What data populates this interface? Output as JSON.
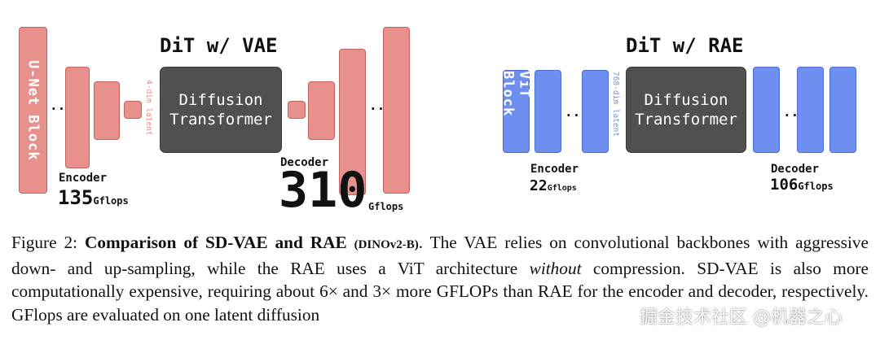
{
  "vae": {
    "title": "DiT w/ VAE",
    "block_label": "U-Net Block",
    "dots": "...",
    "latent": "4-dim latent",
    "transformer_line1": "Diffusion",
    "transformer_line2": "Transformer",
    "encoder_label": "Encoder",
    "encoder_value": "135",
    "decoder_label": "Decoder",
    "decoder_value": "310",
    "unit": "Gflops"
  },
  "rae": {
    "title": "DiT w/ RAE",
    "block_label": "ViT Block",
    "dots": "...",
    "latent": "768-dim latent",
    "transformer_line1": "Diffusion",
    "transformer_line2": "Transformer",
    "encoder_label": "Encoder",
    "encoder_value": "22",
    "decoder_label": "Decoder",
    "decoder_value": "106",
    "unit": "Gflops"
  },
  "caption": {
    "prefix": "Figure 2: ",
    "bold": "Comparison of SD-VAE and RAE",
    "small_bold": "(DINOv2-B)",
    "text1": ". The VAE relies on convolutional backbones with aggressive down- and up-sampling, while the RAE uses a ViT architecture ",
    "italic": "without",
    "text2": " compression. SD-VAE is also more computationally expensive, requiring about 6× and 3× more GFLOPs than RAE for the encoder and decoder, respectively. GFlops are evaluated on one latent diffusion"
  },
  "watermark": "掘金技术社区 @机器之心",
  "colors": {
    "vae_block": "#e8908c",
    "rae_block": "#6f8ff0",
    "transformer": "#505050"
  }
}
